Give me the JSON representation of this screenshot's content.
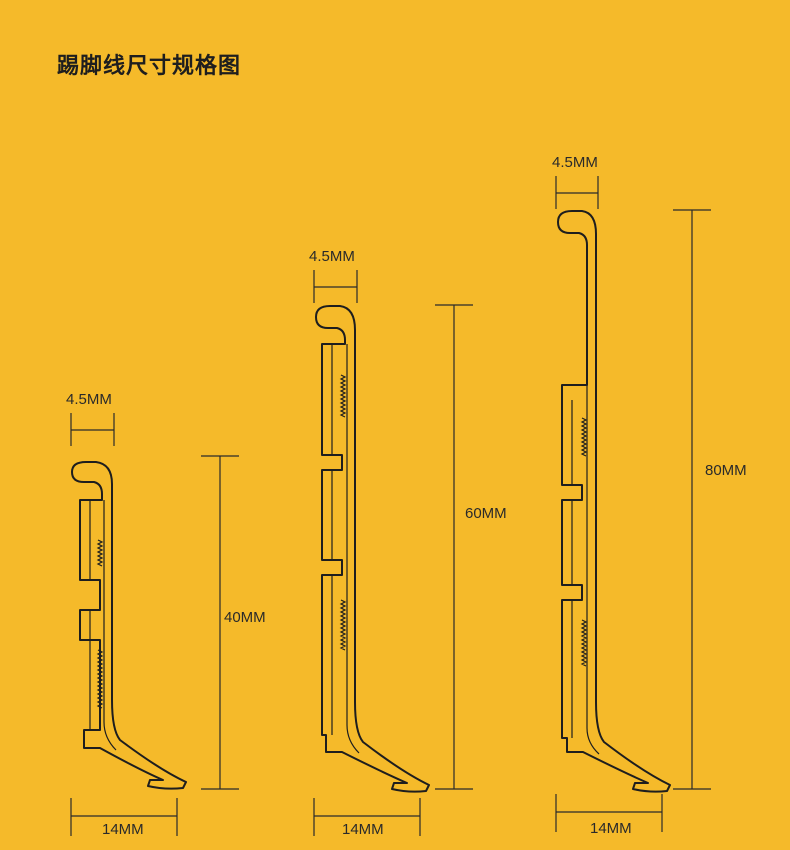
{
  "title": "踢脚线尺寸规格图",
  "colors": {
    "background": "#F5BA2A",
    "line": "#1E1E1E"
  },
  "profiles": [
    {
      "height_label": "40MM",
      "top_width_label": "4.5MM",
      "bottom_width_label": "14MM"
    },
    {
      "height_label": "60MM",
      "top_width_label": "4.5MM",
      "bottom_width_label": "14MM"
    },
    {
      "height_label": "80MM",
      "top_width_label": "4.5MM",
      "bottom_width_label": "14MM"
    }
  ]
}
